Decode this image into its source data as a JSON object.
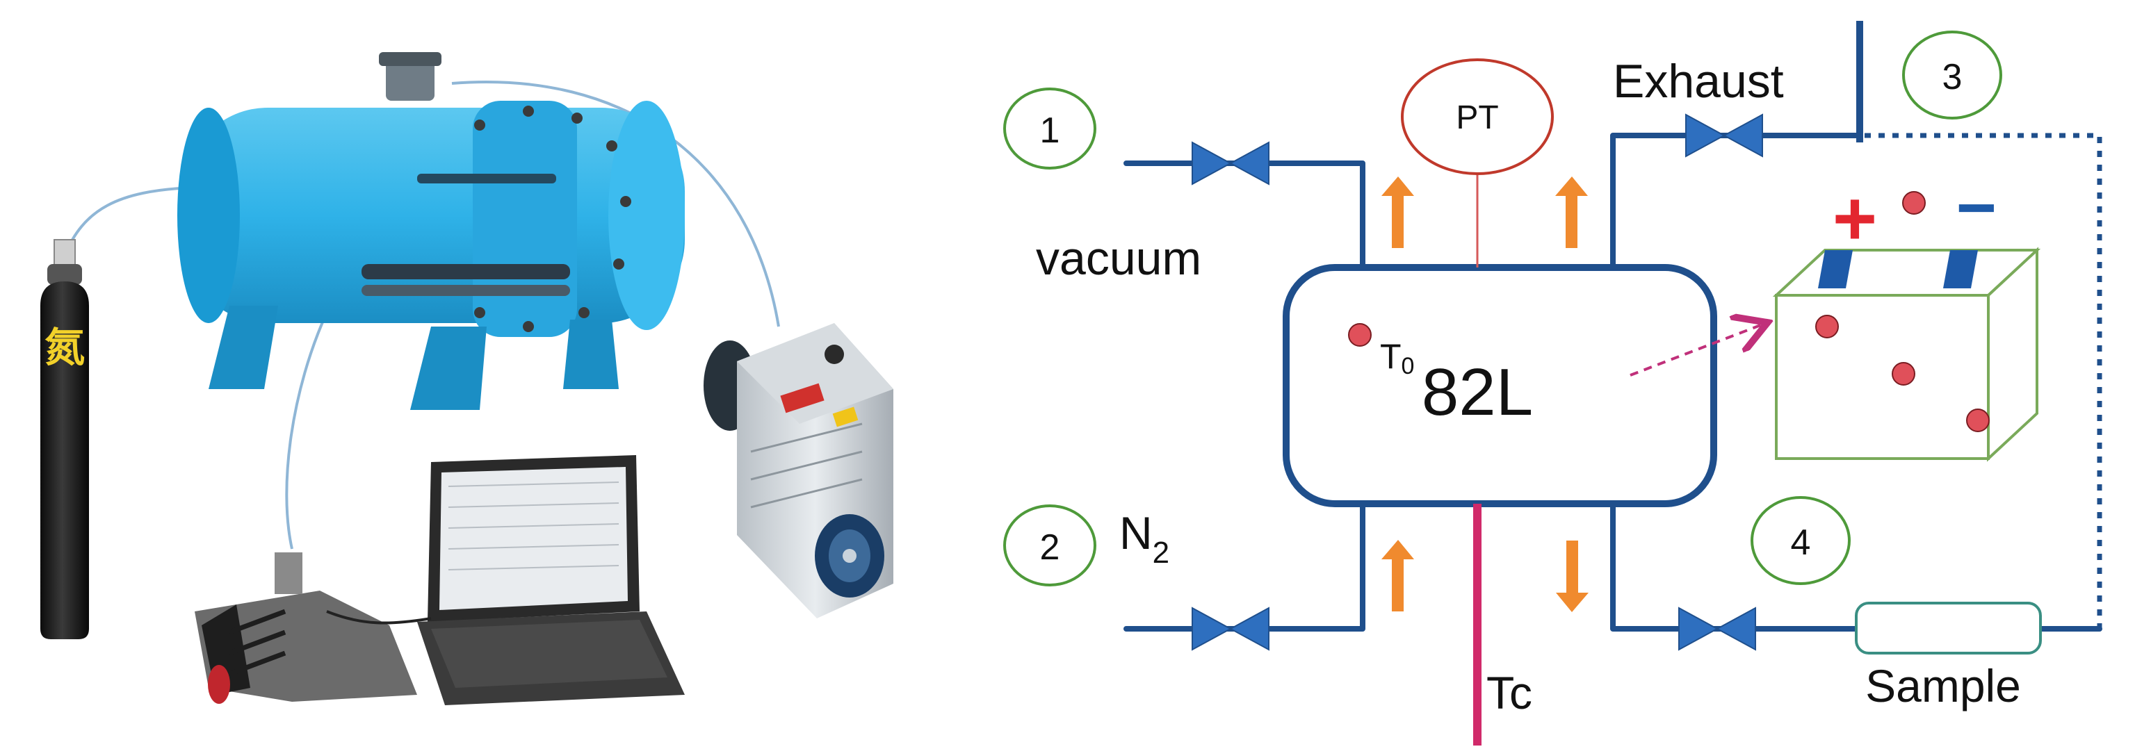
{
  "photo_panel": {
    "cylinder_label": "氮"
  },
  "schematic": {
    "node_1": "1",
    "node_2": "2",
    "node_3": "3",
    "node_4": "4",
    "pt_label": "PT",
    "exhaust_label": "Exhaust",
    "vacuum_label": "vacuum",
    "n2_label": "N",
    "n2_subscript": "2",
    "chamber_volume": "82L",
    "t0_label": "T",
    "t0_subscript": "0",
    "tc_label": "Tc",
    "sample_label": "Sample",
    "plus_sign": "+",
    "minus_sign": "−"
  },
  "colors": {
    "pipe": "#1f4f8c",
    "valve": "#2e6fbf",
    "arrow": "#f08a2e",
    "pt_circle": "#c0392b",
    "node_circle": "#4e9a3a",
    "tc_line": "#d02a6a",
    "marker_dot": "#e0505a",
    "battery_box": "#7aaa5a",
    "vessel_blue": "#2fb2e8"
  }
}
